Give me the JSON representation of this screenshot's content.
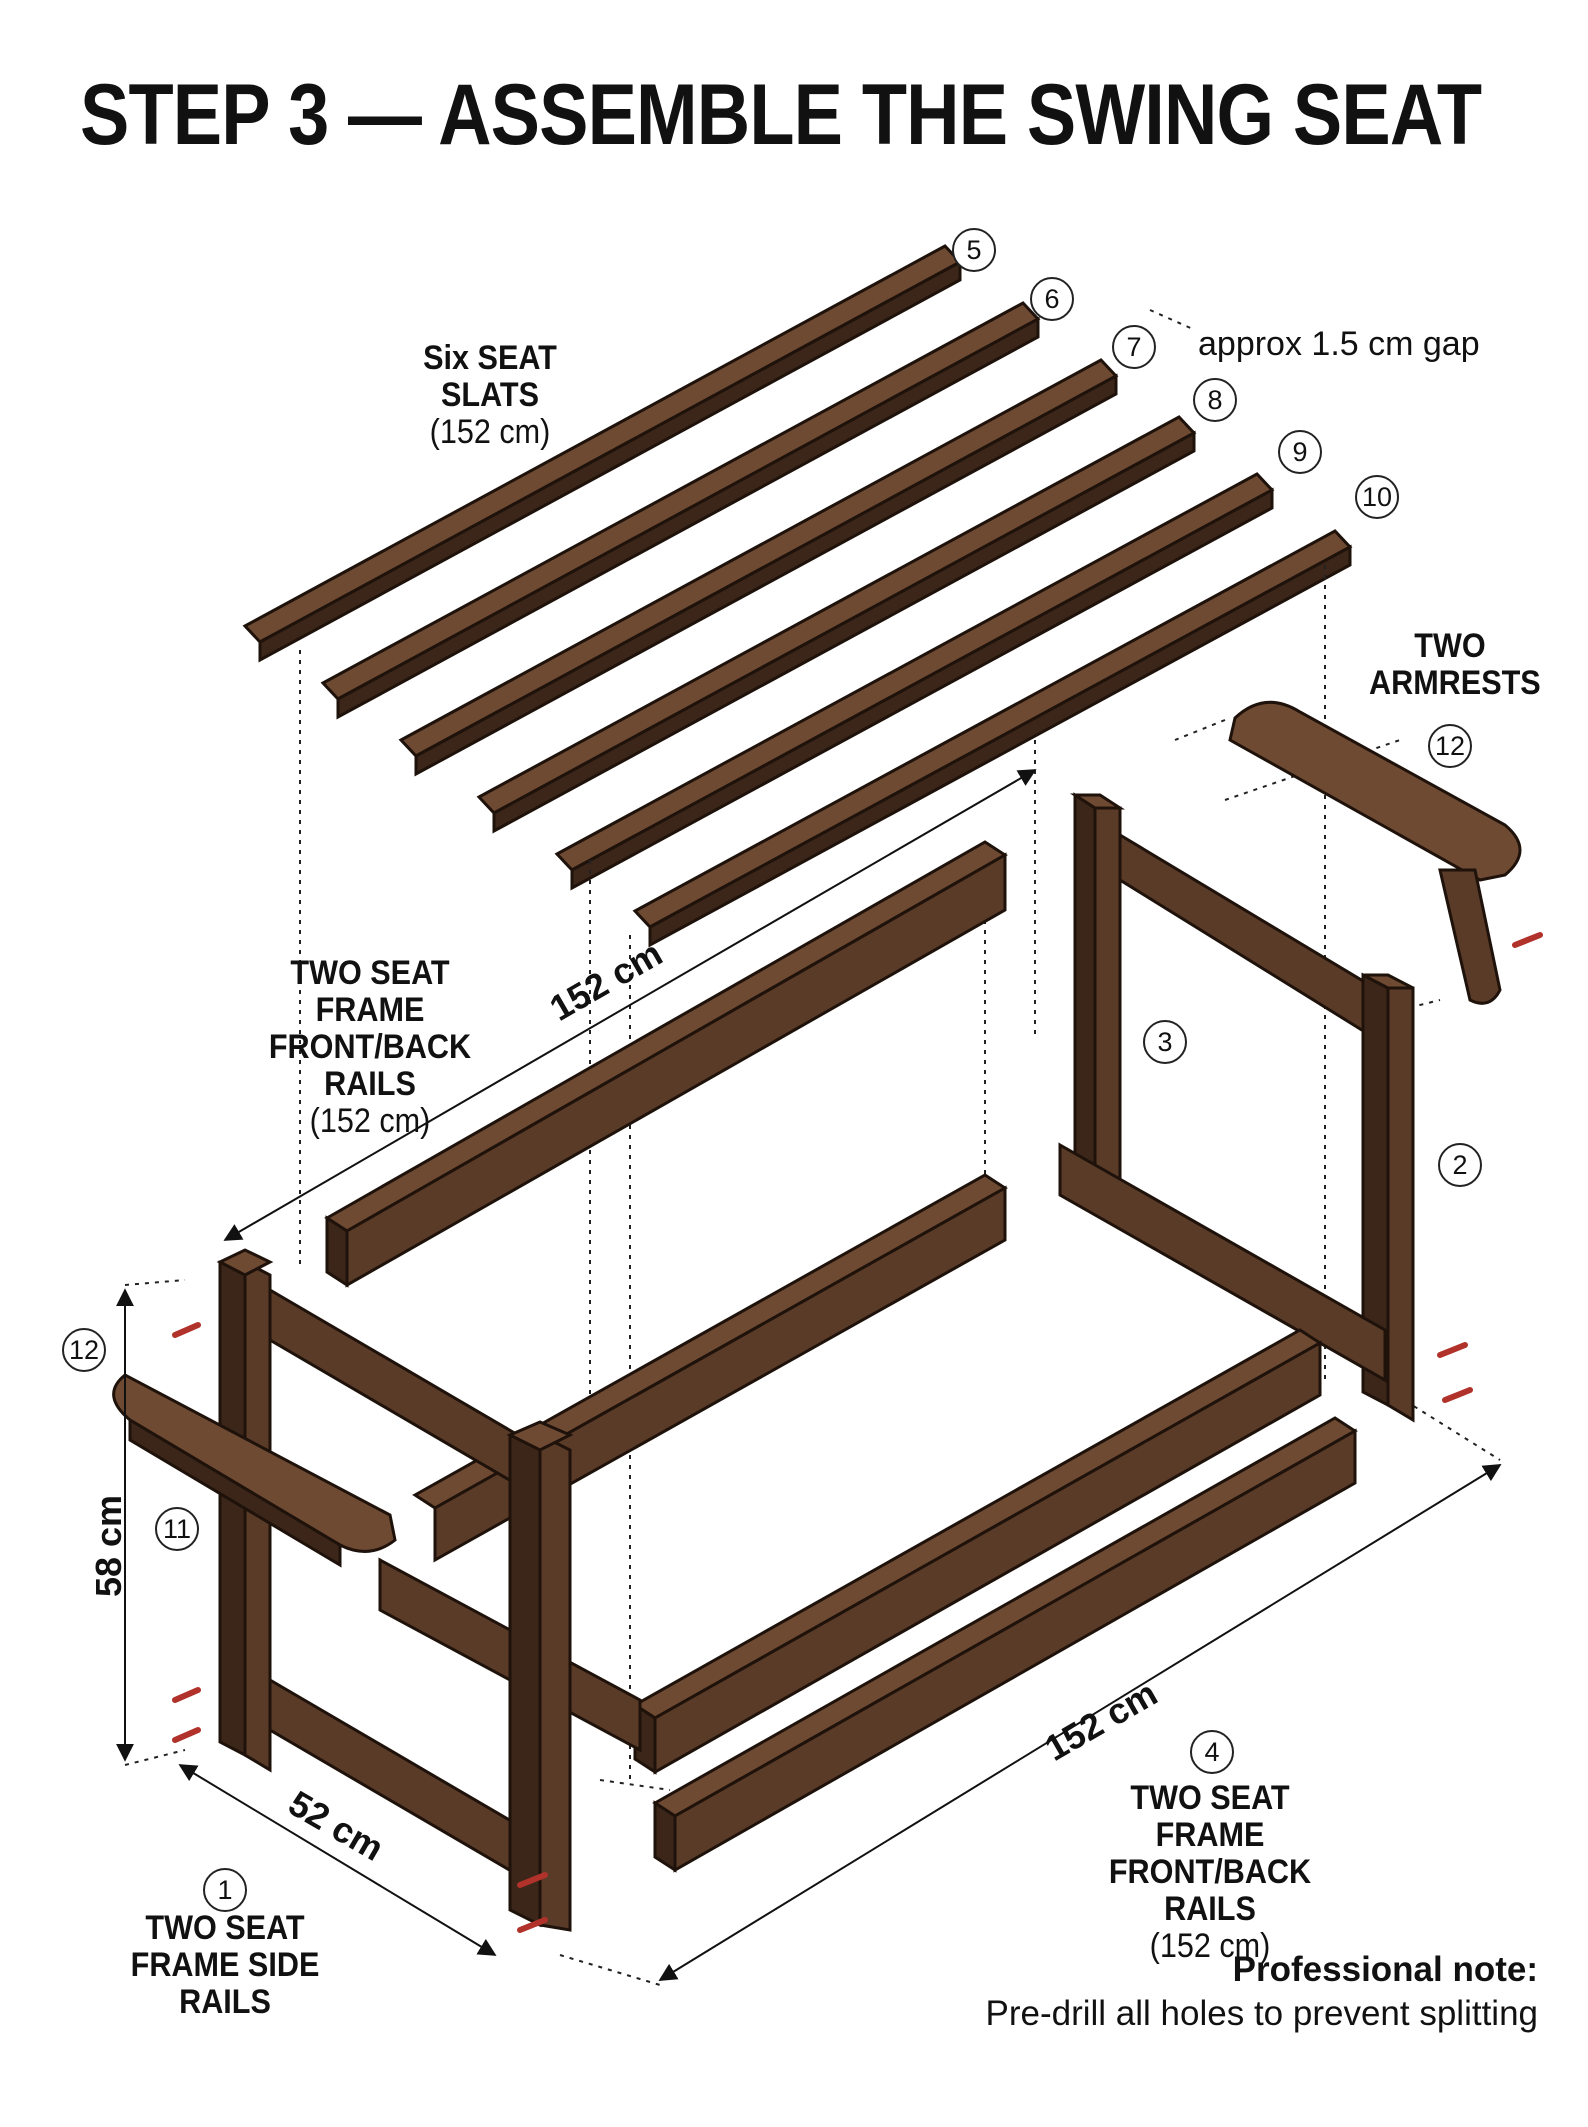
{
  "title": "STEP 3 — ASSEMBLE THE SWING SEAT",
  "slats": {
    "label_line1": "Six SEAT SLATS",
    "label_line2": "(152 cm)",
    "gap_note": "approx 1.5 cm gap"
  },
  "armrests": {
    "label_line1": "TWO",
    "label_line2": "ARMRESTS"
  },
  "rails_upper": {
    "line1": "TWO SEAT FRAME",
    "line2": "FRONT/BACK RAILS",
    "line3": "(152 cm)"
  },
  "rails_lower": {
    "line1": "TWO SEAT FRAME",
    "line2": "FRONT/BACK RAILS",
    "line3": "(152 cm)"
  },
  "side_rails": {
    "line1": "TWO SEAT",
    "line2": "FRAME SIDE",
    "line3": "RAILS"
  },
  "dimensions": {
    "length_top": "152 cm",
    "length_bottom": "152 cm",
    "depth": "52 cm",
    "height": "58 cm"
  },
  "part_numbers": [
    "1",
    "2",
    "3",
    "4",
    "5",
    "6",
    "7",
    "8",
    "9",
    "10",
    "11",
    "12",
    "12"
  ],
  "note": {
    "heading": "Professional note:",
    "text": "Pre-drill all holes to prevent splitting"
  },
  "colors": {
    "wood": "#5a3b28",
    "wood_light": "#6f4a33",
    "wood_dark": "#3b2619",
    "outline": "#1e120b",
    "screw": "#b0322a"
  }
}
